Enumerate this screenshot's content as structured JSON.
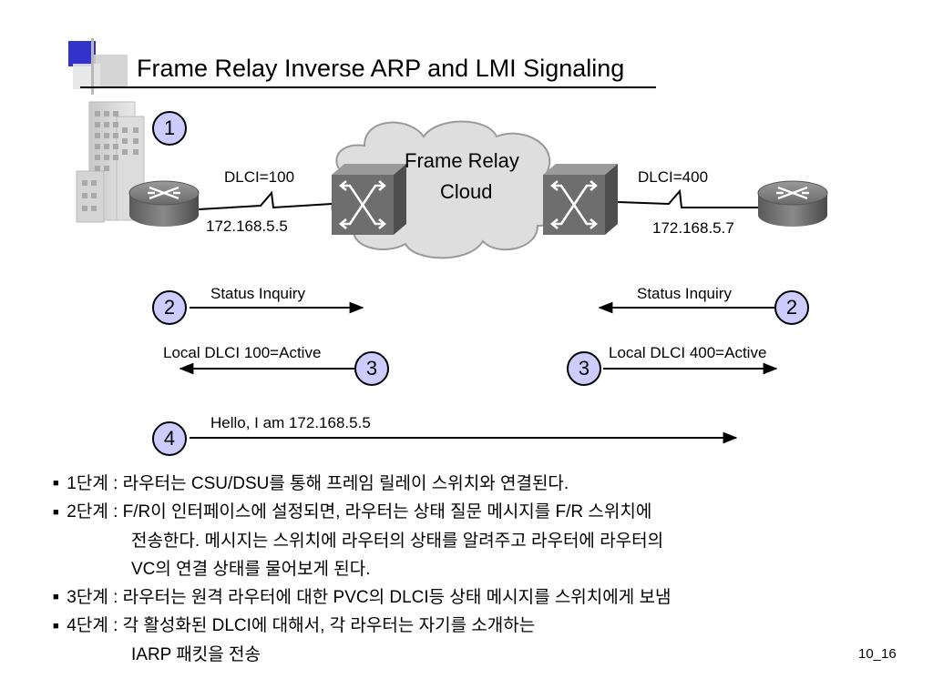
{
  "title": "Frame Relay Inverse ARP and LMI Signaling",
  "cloud": {
    "line1": "Frame Relay",
    "line2": "Cloud"
  },
  "left_router": {
    "dlci": "DLCI=100",
    "ip": "172.168.5.5"
  },
  "right_router": {
    "dlci": "DLCI=400",
    "ip": "172.168.5.7"
  },
  "steps": {
    "step1": "1",
    "step2_left": "2",
    "step2_right": "2",
    "step3_left": "3",
    "step3_right": "3",
    "step4": "4"
  },
  "messages": {
    "status_left": "Status Inquiry",
    "status_right": "Status Inquiry",
    "lmi_left": "Local DLCI 100=Active",
    "lmi_right": "Local DLCI 400=Active",
    "hello": "Hello, I am 172.168.5.5"
  },
  "bullets": [
    {
      "lines": [
        "1단계 : 라우터는 CSU/DSU를 통해 프레임 릴레이 스위치와 연결된다."
      ]
    },
    {
      "lines": [
        "2단계 : F/R이 인터페이스에 설정되면, 라우터는 상태 질문 메시지를 F/R 스위치에",
        "전송한다. 메시지는 스위치에 라우터의 상태를 알려주고 라우터에 라우터의",
        "VC의 연결 상태를 물어보게 된다."
      ]
    },
    {
      "lines": [
        "3단계 : 라우터는 원격 라우터에 대한 PVC의 DLCI등 상태 메시지를 스위치에게 보냄"
      ]
    },
    {
      "lines": [
        "4단계 : 각 활성화된 DLCI에 대해서, 각 라우터는 자기를 소개하는",
        "IARP 패킷을 전송"
      ]
    }
  ],
  "bullet_marker": "■",
  "page_number": "10_16",
  "colors": {
    "step_circle_fill": "#ccccff",
    "switch_fill": "#6e6e6e",
    "router_fill": "#7a7a7a",
    "title_accent": "#3333cc"
  }
}
